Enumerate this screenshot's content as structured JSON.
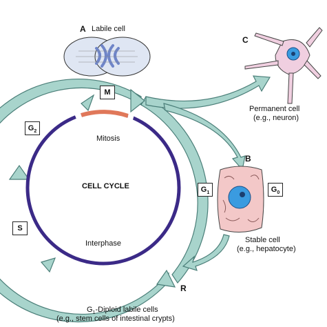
{
  "labels": {
    "a_letter": "A",
    "a_caption": "Labile cell",
    "b_letter": "B",
    "c_letter": "C",
    "r_letter": "R",
    "mitosis": "Mitosis",
    "cell_cycle": "CELL CYCLE",
    "interphase": "Interphase",
    "permanent_1": "Permanent cell",
    "permanent_2": "(e.g., neuron)",
    "stable_1": "Stable cell",
    "stable_2": "(e.g., hepatocyte)",
    "g1_diploid_1": "-Diploid labile cells",
    "g1_diploid_prefix": "G",
    "g1_diploid_sub": "1",
    "g1_diploid_2": "(e.g., stem cells of intestinal crypts)"
  },
  "phases": {
    "m": {
      "main": "M",
      "sub": ""
    },
    "g2": {
      "main": "G",
      "sub": "2"
    },
    "s": {
      "main": "S",
      "sub": ""
    },
    "g1": {
      "main": "G",
      "sub": "1"
    },
    "g0": {
      "main": "G",
      "sub": "0"
    }
  },
  "colors": {
    "arrow_fill": "#a8d4cc",
    "arrow_stroke": "#4a7e78",
    "inner_ring": "#3b2a87",
    "mitosis_arc": "#e0785a",
    "neuron": "#f0cfe0",
    "neuron_nucleus": "#3a9be0",
    "hepatocyte": "#f3c8c8",
    "hepatocyte_nucleus": "#3a9be0",
    "labile_cell": "#dfe6f3",
    "chromosome": "#6f85c8"
  }
}
